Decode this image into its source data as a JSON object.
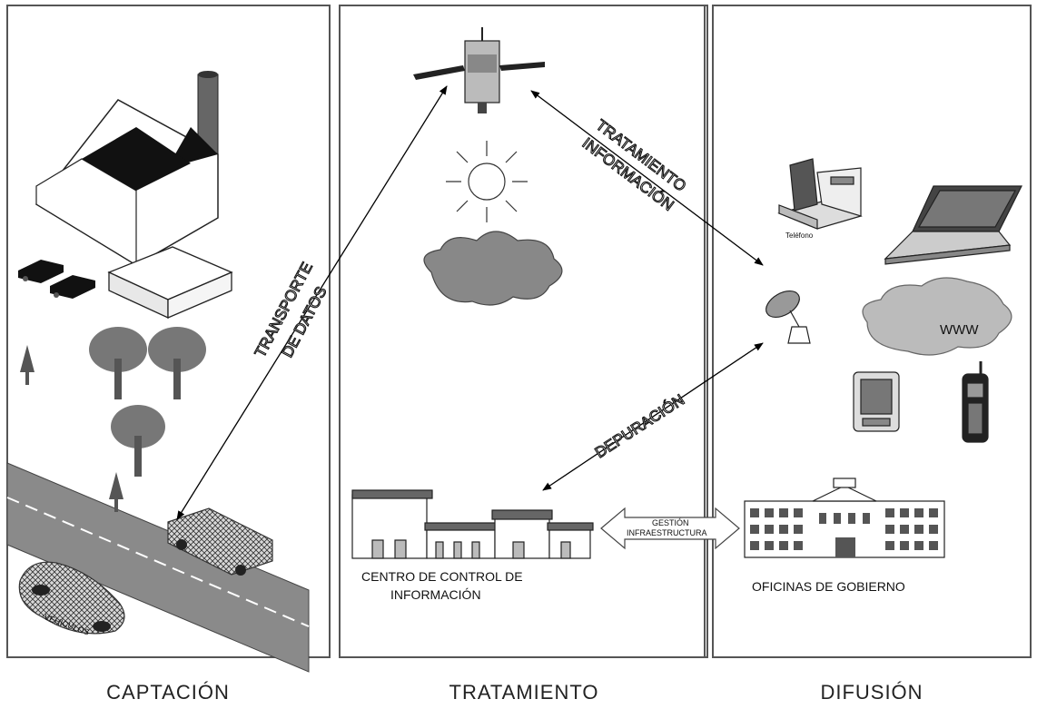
{
  "sections": {
    "captacion": "CAPTACIÓN",
    "tratamiento": "TRATAMIENTO",
    "difusion": "DIFUSIÓN"
  },
  "arrows": {
    "transporte_line1": "TRANSPORTE",
    "transporte_line2": "DE DATOS",
    "tratamiento_line1": "TRATAMIENTO",
    "tratamiento_line2": "INFORMACIÓN",
    "depuracion": "DEPURACIÓN",
    "gestion_line1": "GESTIÓN",
    "gestion_line2": "INFRAESTRUCTURA"
  },
  "labels": {
    "vehiculos": "VEHÍCULOS",
    "centro_line1": "CENTRO DE CONTROL DE",
    "centro_line2": "INFORMACIÓN",
    "oficinas": "OFICINAS DE GOBIERNO",
    "telefono": "Teléfono",
    "www": "WWW"
  },
  "icons": [
    "factory-icon",
    "warehouse-icon",
    "car-icon",
    "tree-icon",
    "truck-icon",
    "road-icon",
    "satellite-icon",
    "sun-icon",
    "cloud-icon",
    "control-center-icon",
    "telephone-icon",
    "laptop-icon",
    "dish-antenna-icon",
    "internet-cloud-icon",
    "pda-icon",
    "mobile-phone-icon",
    "government-building-icon"
  ]
}
